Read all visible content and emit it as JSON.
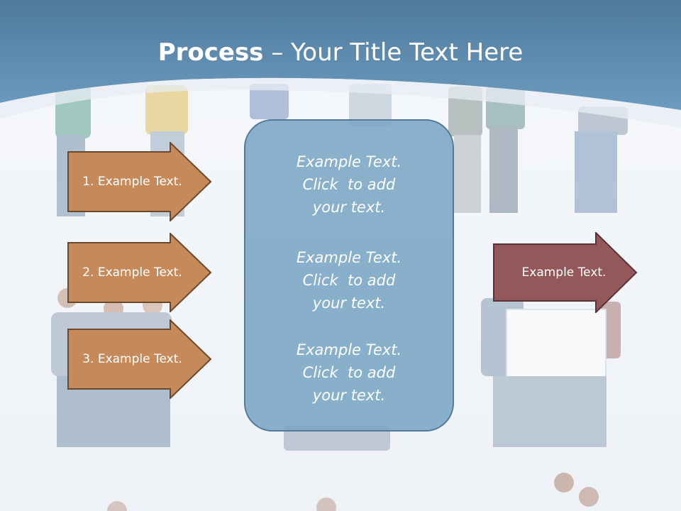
{
  "title": {
    "bold": "Process",
    "rest": " – Your Title Text Here"
  },
  "steps": [
    {
      "label": "1. Example Text."
    },
    {
      "label": "2. Example Text."
    },
    {
      "label": "3. Example Text."
    }
  ],
  "center_blocks": [
    {
      "line1": "Example Text.",
      "line2": "Click  to add",
      "line3": "your text."
    },
    {
      "line1": "Example Text.",
      "line2": "Click  to add",
      "line3": "your text."
    },
    {
      "line1": "Example Text.",
      "line2": "Click  to add",
      "line3": "your text."
    }
  ],
  "result": {
    "label": "Example Text."
  },
  "colors": {
    "header_blue": "#5f8db0",
    "step_arrow_fill": "#c68a5a",
    "step_arrow_stroke": "#6b4a2c",
    "center_box_fill": "#7aa5c6",
    "result_arrow_fill": "#94575a",
    "result_arrow_stroke": "#5a3234"
  }
}
